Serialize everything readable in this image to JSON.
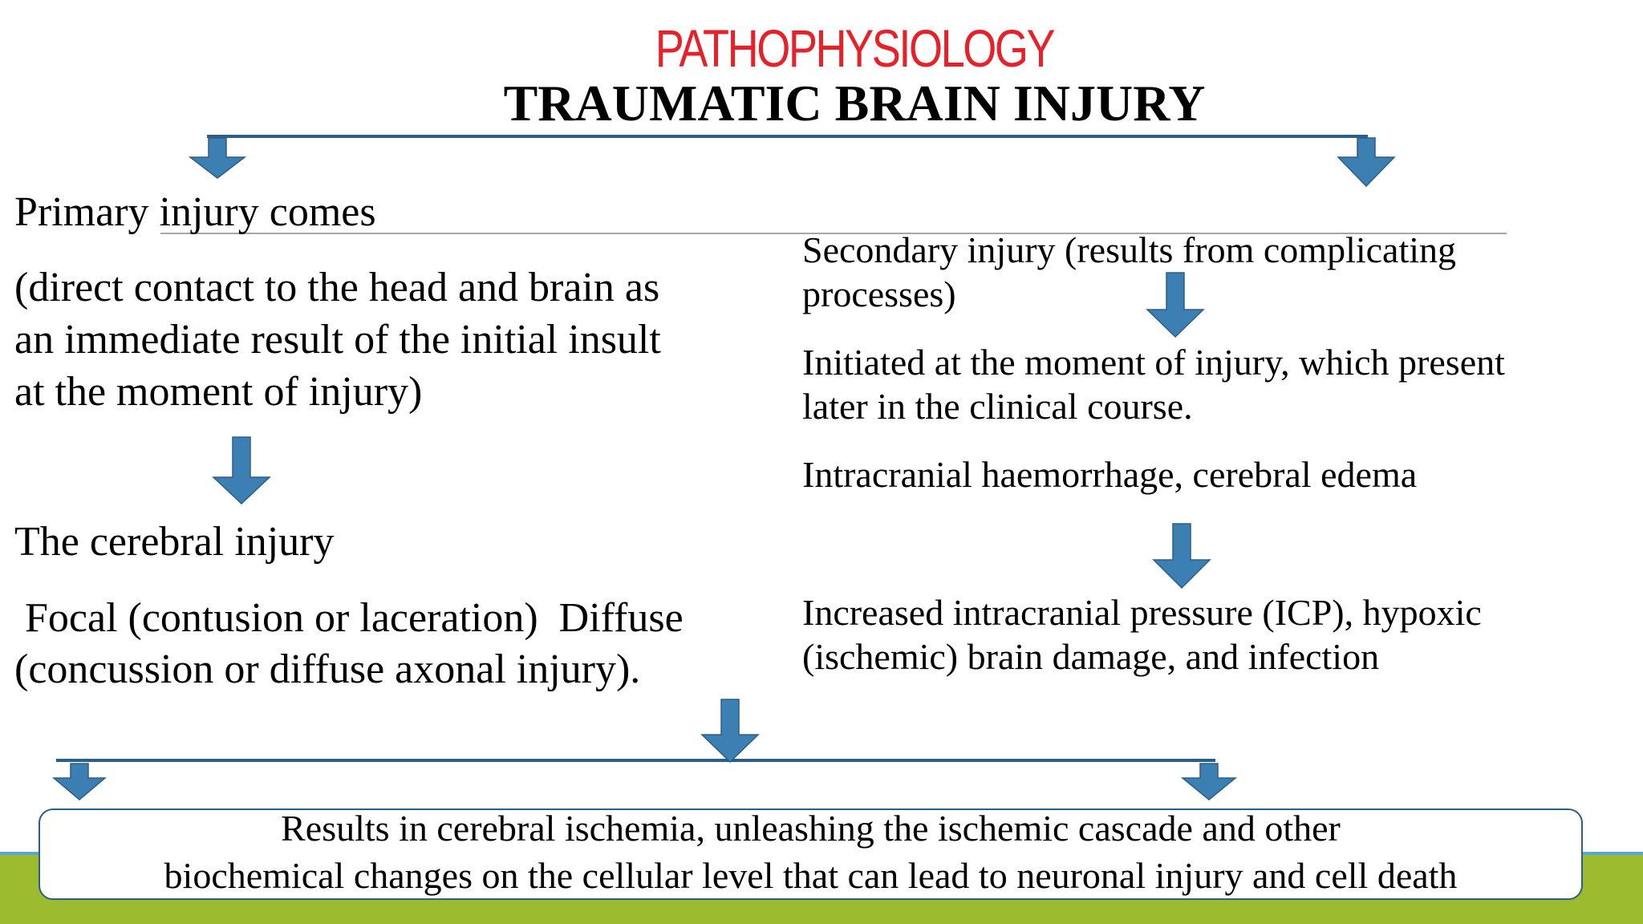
{
  "title": {
    "main": "PATHOPHYSIOLOGY",
    "sub": "TRAUMATIC BRAIN INJURY",
    "main_color": "#e8202a"
  },
  "left": {
    "primary": "Primary injury comes",
    "primary_desc_1": "(direct contact to the head and brain as",
    "primary_desc_2": "an immediate result of the initial insult",
    "primary_desc_3": "at the moment of injury)",
    "cerebral": "The cerebral injury",
    "types_1": " Focal (contusion or laceration)  Diffuse",
    "types_2": "(concussion or diffuse axonal injury)."
  },
  "right": {
    "secondary_1": "Secondary injury (results from complicating",
    "secondary_2": "processes)",
    "initiated_1": "Initiated at the moment of injury, which present",
    "initiated_2": "later in the clinical course.",
    "haemorrhage": "Intracranial haemorrhage, cerebral edema",
    "icp_1": "Increased intracranial pressure (ICP), hypoxic",
    "icp_2": "(ischemic) brain damage, and infection"
  },
  "result": {
    "line_1": "Results in cerebral ischemia, unleashing the ischemic cascade and other",
    "line_2": "biochemical changes on the cellular level that can lead to neuronal injury and cell death"
  },
  "colors": {
    "arrow": "#3b7fb3",
    "connector": "#2c5f86",
    "band": "#9cbb2f",
    "stripe": "#5aa7c9",
    "box_border": "#2c5f86"
  }
}
